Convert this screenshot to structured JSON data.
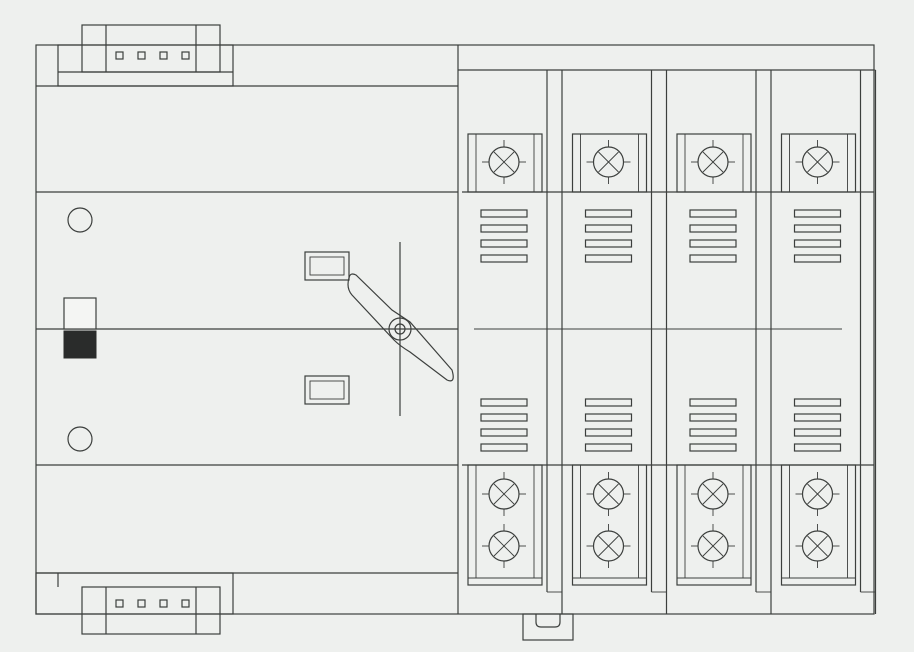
{
  "diagram": {
    "colors": {
      "line": "#3c3f3d",
      "background": "#eef0ee",
      "indicator": "#2a2c2b"
    },
    "poles": 4,
    "top_terminal_screws_per_pole": 1,
    "bottom_terminal_screws_per_pole": 2,
    "vent_slots_per_group": 4,
    "mount_clip_holes": 4,
    "icons": [
      "terminal-screw-icon",
      "vent-slots-icon",
      "rotary-handle-icon",
      "status-indicator-icon"
    ]
  }
}
